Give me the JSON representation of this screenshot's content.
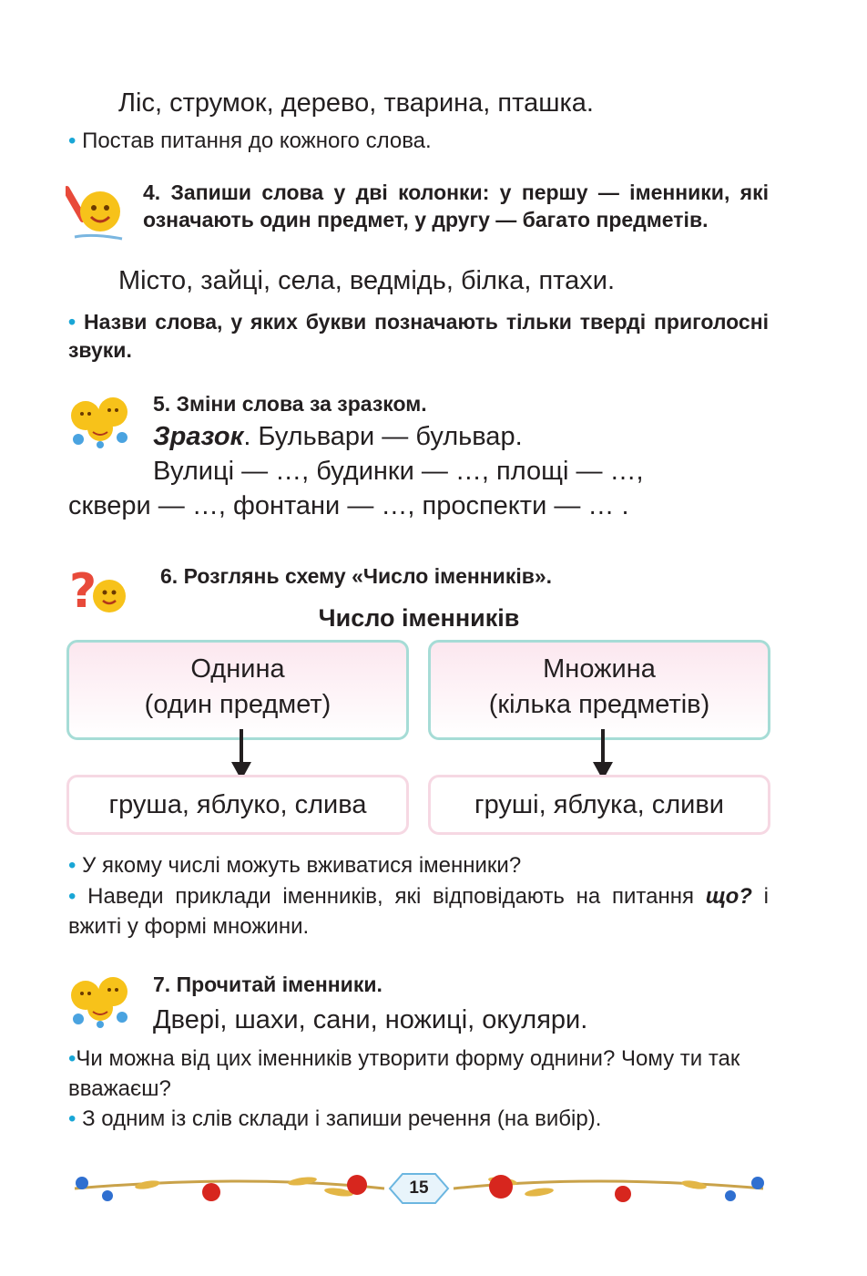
{
  "top": {
    "words_line": "Ліс, струмок, дерево, тварина, пташка.",
    "bullet_question": "Постав питання до кожного слова."
  },
  "task4": {
    "title": "4. Запиши слова у дві колонки: у першу — іменники, які означають один предмет, у другу — багато предметів.",
    "words": "Місто, зайці, села, ведмідь, білка, птахи.",
    "bullet": "Назви слова, у яких букви позначають тільки тверді приголосні звуки."
  },
  "task5": {
    "title": "5. Зміни слова за зразком.",
    "sample_label": "Зразок",
    "sample_text": ". Бульвари — бульвар.",
    "line1": "Вулиці — …, будинки — …, площі — …,",
    "line2": "сквери — …, фонтани — …, проспекти — … ."
  },
  "task6": {
    "title": "6. Розглянь схему «Число іменників».",
    "scheme_title": "Число іменників",
    "singular_title": "Однина",
    "singular_desc": "(один предмет)",
    "plural_title": "Множина",
    "plural_desc": "(кілька предметів)",
    "singular_examples": "груша, яблуко, слива",
    "plural_examples": "груші, яблука, сливи",
    "bullet1": "У якому числі можуть вживатися іменники?",
    "bullet2_text": "Наведи приклади іменників, які відповідають на питання",
    "bullet2_q": "що?",
    "bullet2_tail": " і вжиті у формі множини."
  },
  "task7": {
    "title": "7. Прочитай іменники.",
    "words": "Двері, шахи, сани, ножиці, окуляри.",
    "bullet1": "Чи можна від цих іменників утворити форму однини? Чому ти так вважаєш?",
    "bullet2": "З одним із слів склади і запиши речення (на вибір)."
  },
  "footer": {
    "page_number": "15"
  },
  "icons": [
    "smiley-pencil-icon",
    "smiley-group-icon",
    "smiley-question-icon",
    "smiley-group-icon",
    "floral-ornament-icon"
  ],
  "colors": {
    "bullet": "#19a6d6",
    "scheme_border": "#a6dcd6",
    "scheme_fill": "#fce7ef",
    "example_border": "#f6d8e3"
  }
}
